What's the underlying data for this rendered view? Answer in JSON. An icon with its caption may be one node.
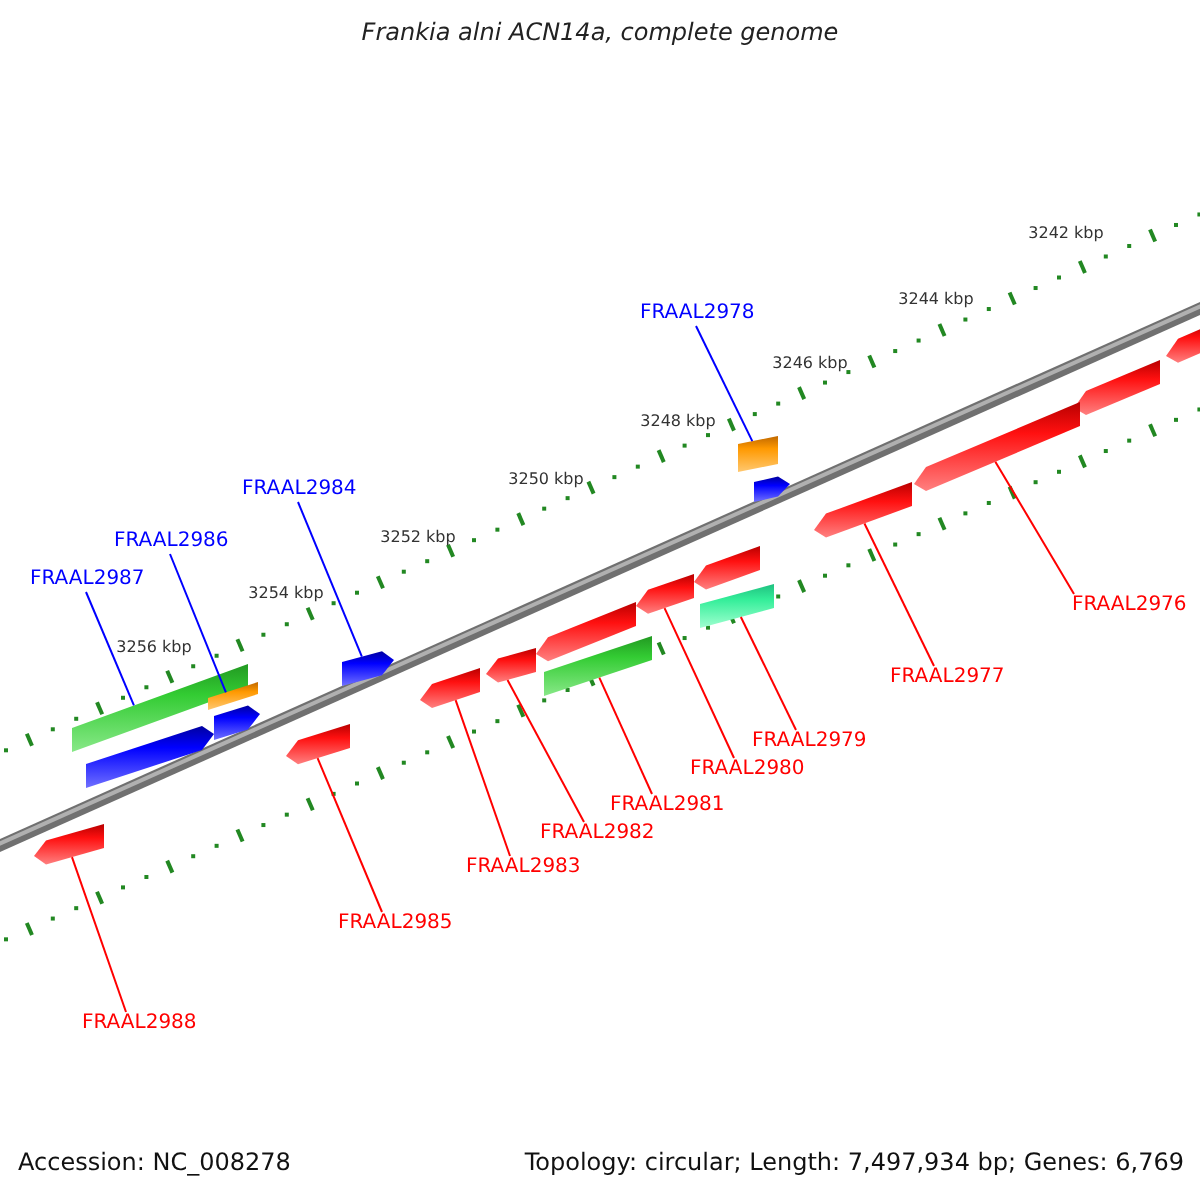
{
  "diagram": {
    "title": "Frankia alni ACN14a, complete genome",
    "nodes": [
      {
        "text": [
          "FRAAL2987"
        ]
      },
      {
        "text": [],
        "shape": "box"
      },
      {
        "text": [
          "FRAAL2986"
        ]
      },
      {
        "text": [],
        "shape": "box"
      },
      {
        "text": [
          "FRAAL2984"
        ]
      },
      {
        "text": [],
        "shape": "box"
      },
      {
        "text": [
          "FRAAL2978"
        ]
      },
      {
        "text": [],
        "shape": "box"
      },
      {
        "text": [
          "FRAAL2988"
        ]
      },
      {
        "text": [],
        "shape": "box"
      },
      {
        "text": [
          "FRAAL2985"
        ]
      },
      {
        "text": [],
        "shape": "box"
      },
      {
        "text": [
          "FRAAL2983"
        ]
      },
      {
        "text": [],
        "shape": "box"
      },
      {
        "text": [
          "FRAAL2982"
        ]
      },
      {
        "text": [],
        "shape": "box"
      },
      {
        "text": [
          "FRAAL2981"
        ]
      },
      {
        "text": [],
        "shape": "box"
      },
      {
        "text": [
          "FRAAL2980"
        ]
      },
      {
        "text": [],
        "shape": "box"
      },
      {
        "text": [
          "FRAAL2979"
        ]
      },
      {
        "text": [],
        "shape": "box"
      },
      {
        "text": [
          "FRAAL2977"
        ]
      },
      {
        "text": [],
        "shape": "box"
      },
      {
        "text": [
          "FRAAL2976"
        ]
      },
      {
        "text": [],
        "shape": "box"
      }
    ],
    "edges": [
      {
        "from": 0,
        "to": 1,
        "arrow": "none",
        "color": "#0000ff"
      },
      {
        "from": 2,
        "to": 3,
        "arrow": "none",
        "color": "#0000ff"
      },
      {
        "from": 4,
        "to": 5,
        "arrow": "none",
        "color": "#0000ff"
      },
      {
        "from": 6,
        "to": 7,
        "arrow": "none",
        "color": "#0000ff"
      },
      {
        "from": 8,
        "to": 9,
        "arrow": "none"
      },
      {
        "from": 10,
        "to": 11,
        "arrow": "none"
      },
      {
        "from": 12,
        "to": 13,
        "arrow": "none"
      },
      {
        "from": 14,
        "to": 15,
        "arrow": "none"
      },
      {
        "from": 16,
        "to": 17,
        "arrow": "none"
      },
      {
        "from": 18,
        "to": 19,
        "arrow": "none"
      },
      {
        "from": 20,
        "to": 21,
        "arrow": "none"
      },
      {
        "from": 22,
        "to": 23,
        "arrow": "none"
      },
      {
        "from": 24,
        "to": 25,
        "arrow": "none"
      }
    ],
    "labels": [
      "3242 kbp",
      "3244 kbp",
      "3246 kbp",
      "3248 kbp",
      "3250 kbp",
      "3252 kbp",
      "3254 kbp",
      "3256 kbp",
      "Accession: NC_008278",
      "Topology: circular; Length: 7,497,934 bp; Genes: 6,769"
    ]
  }
}
